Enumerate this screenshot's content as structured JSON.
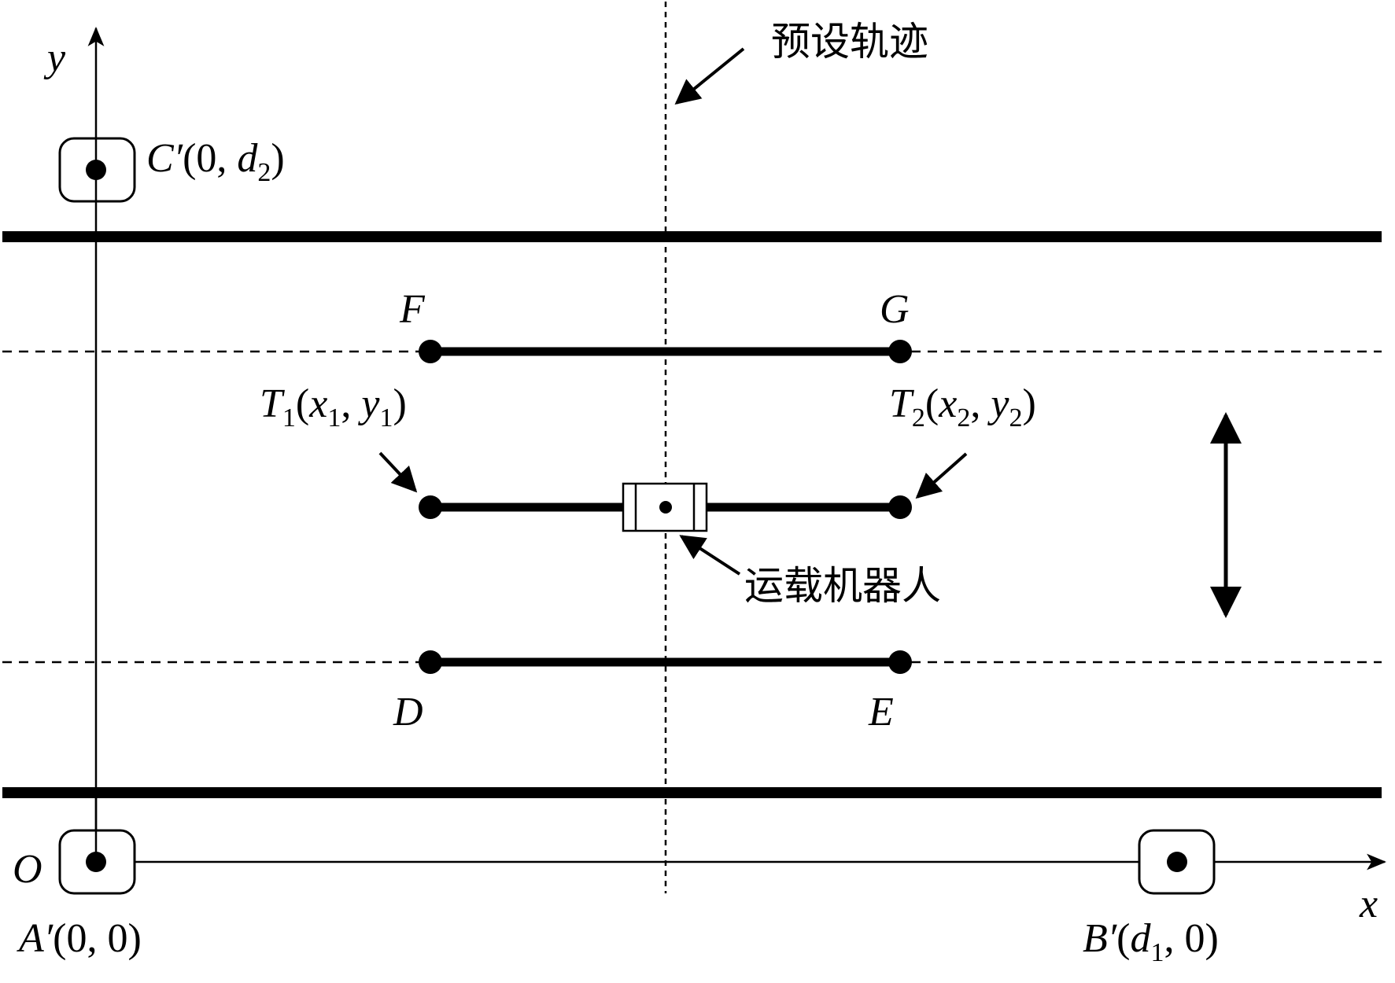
{
  "labels": {
    "axis_x": "x",
    "axis_y": "y",
    "origin": "O",
    "point_F": "F",
    "point_G": "G",
    "point_D": "D",
    "point_E": "E",
    "preset_trajectory": "预设轨迹",
    "carrier_robot": "运载机器人"
  },
  "anchors": {
    "A": {
      "name": "A′",
      "coords": "(0, 0)"
    },
    "B": {
      "name": "B′",
      "coords_open": "(",
      "var": "d",
      "sub": "1",
      "coords_close": ", 0)"
    },
    "C": {
      "name": "C′",
      "coords_open": "(0, ",
      "var": "d",
      "sub": "2",
      "coords_close": ")"
    }
  },
  "tags": {
    "T1": {
      "name": "T",
      "name_sub": "1",
      "x": "x",
      "x_sub": "1",
      "y": "y",
      "y_sub": "1"
    },
    "T2": {
      "name": "T",
      "name_sub": "2",
      "x": "x",
      "x_sub": "2",
      "y": "y",
      "y_sub": "2"
    }
  },
  "punct": {
    "open": "(",
    "comma": ", ",
    "close": ")"
  }
}
